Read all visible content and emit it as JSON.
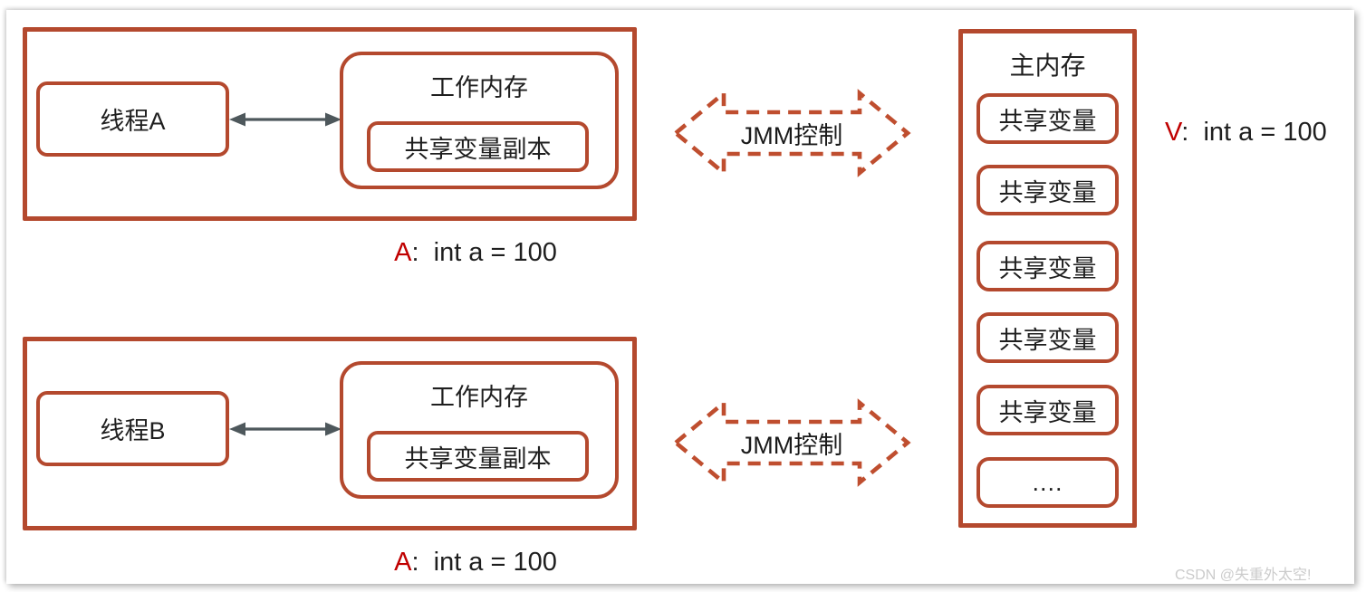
{
  "colors": {
    "box_border": "#b4492e",
    "dashed_arrow": "#bf4e2f",
    "connector_gray": "#4e585c",
    "text": "#1f1f1f",
    "value_prefix_red": "#c00000",
    "watermark_gray": "#cbcbcb"
  },
  "thread_groups": [
    {
      "thread": "线程A",
      "memory_title": "工作内存",
      "copy": "共享变量副本",
      "value_prefix": "A",
      "value_rest": ":  int a = 100"
    },
    {
      "thread": "线程B",
      "memory_title": "工作内存",
      "copy": "共享变量副本",
      "value_prefix": "A",
      "value_rest": ":  int a = 100"
    }
  ],
  "jmm_arrows": [
    {
      "label": "JMM控制"
    },
    {
      "label": "JMM控制"
    }
  ],
  "main_memory": {
    "title": "主内存",
    "slots": [
      "共享变量",
      "共享变量",
      "共享变量",
      "共享变量",
      "共享变量",
      "...."
    ]
  },
  "main_value": {
    "prefix": "V",
    "rest": ":  int a = 100"
  },
  "watermark": "CSDN @失重外太空!"
}
